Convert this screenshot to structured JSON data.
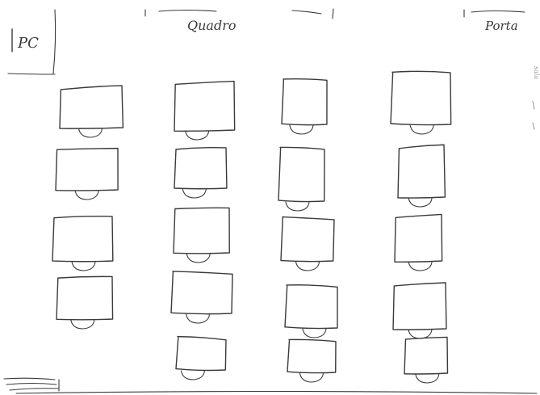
{
  "labels": {
    "board": "Quadro",
    "door": "Porta",
    "computer": "PC"
  },
  "layout": {
    "rows": 5,
    "columns": 4,
    "column_desks": [
      4,
      5,
      5,
      5
    ],
    "desk_style": "rectangle-with-chair-below"
  },
  "colors": {
    "ink": "#3a3a3a",
    "paper": "#ffffff"
  }
}
